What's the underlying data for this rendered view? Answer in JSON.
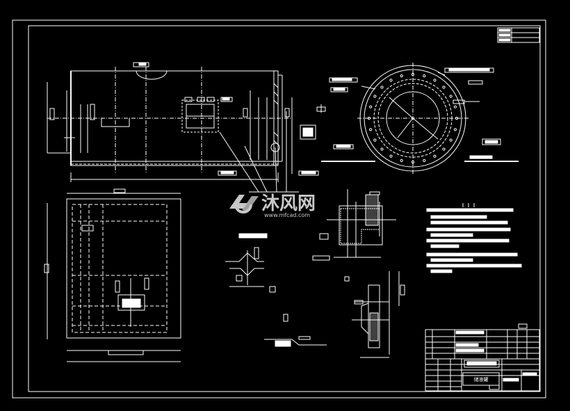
{
  "watermark": {
    "brand": "沐风网",
    "url": "www.mfcad.com"
  },
  "title_block": {
    "drawing_name": "储液罐"
  },
  "colors": {
    "background": "#000000",
    "line": "#ffffff",
    "watermark": "#c8c8c8"
  }
}
